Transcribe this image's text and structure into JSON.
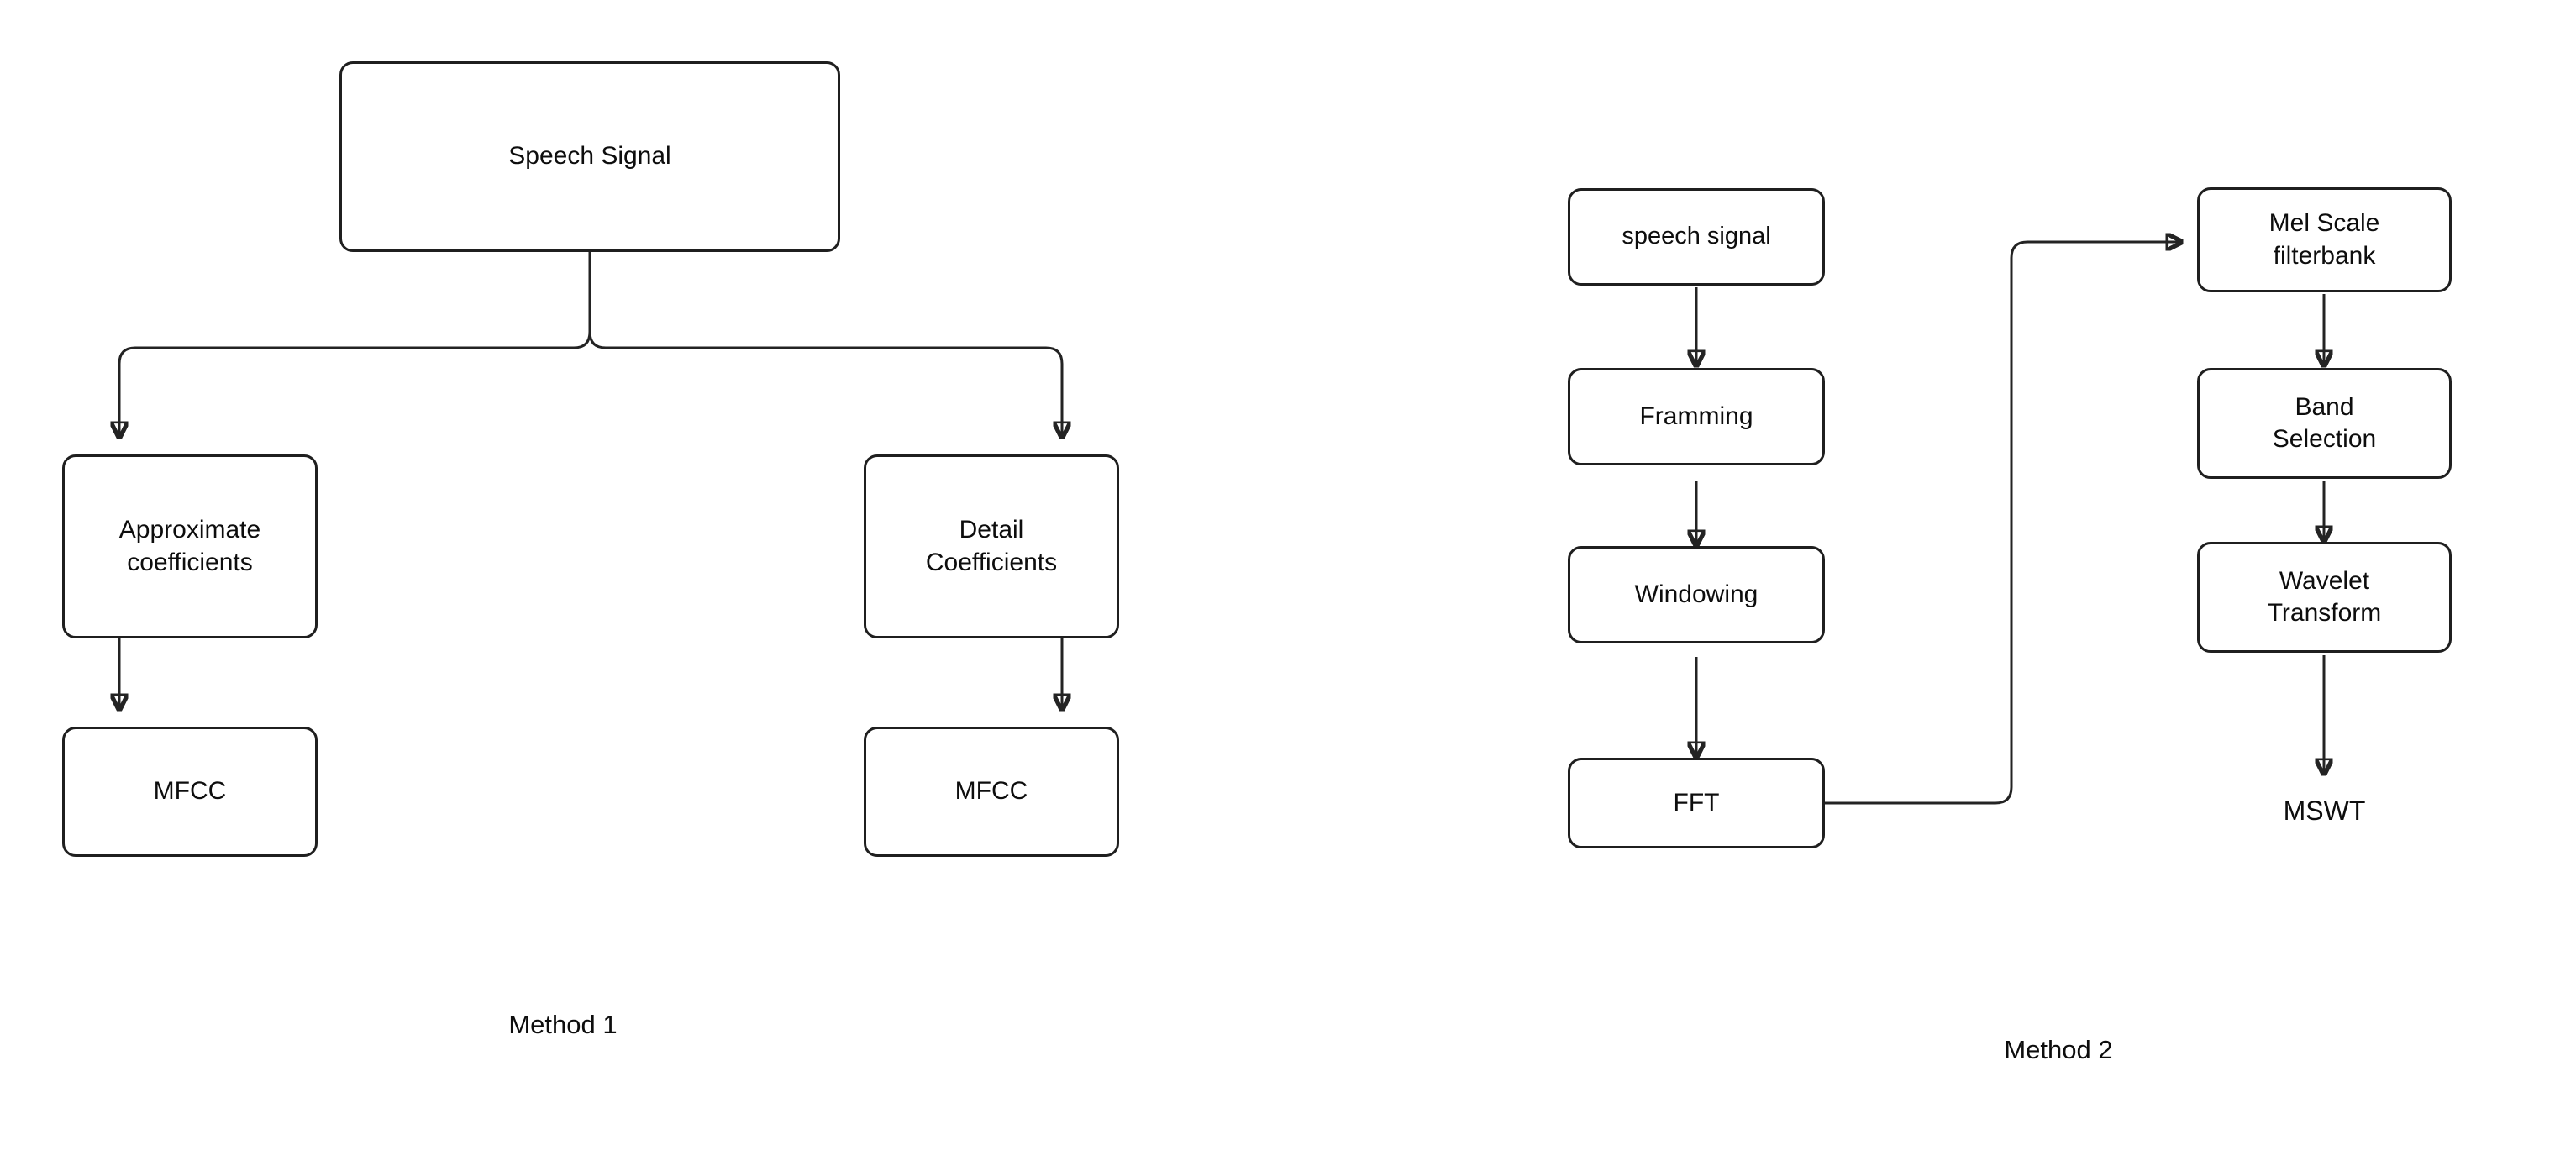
{
  "diagram": {
    "background_color": "#ffffff",
    "stroke_color": "#232323",
    "text_color": "#0d0d0d"
  },
  "method1": {
    "caption": "Method 1",
    "nodes": {
      "speech_signal": "Speech Signal",
      "approximate_coefficients": "Approximate\ncoefficients",
      "detail_coefficients": "Detail\nCoefficients",
      "mfcc_left": "MFCC",
      "mfcc_right": "MFCC"
    }
  },
  "method2": {
    "caption": "Method 2",
    "nodes": {
      "speech_signal": "speech signal",
      "framming": "Framming",
      "windowing": "Windowing",
      "fft": "FFT",
      "mel_scale_filterbank": "Mel Scale\nfilterbank",
      "band_selection": "Band\nSelection",
      "wavelet_transform": "Wavelet\nTransform",
      "mswt": "MSWT"
    }
  }
}
